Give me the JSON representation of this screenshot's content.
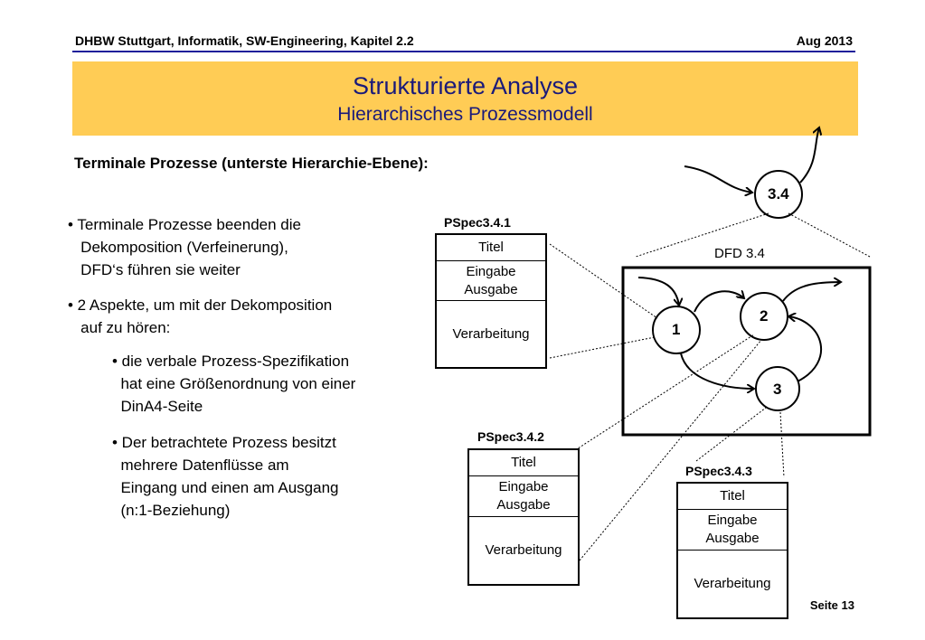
{
  "header": {
    "left": "DHBW Stuttgart, Informatik, SW-Engineering, Kapitel 2.2",
    "right": "Aug 2013"
  },
  "title": {
    "main": "Strukturierte Analyse",
    "sub": "Hierarchisches Prozessmodell"
  },
  "section_heading": "Terminale Prozesse (unterste Hierarchie-Ebene):",
  "bullets": [
    "• Terminale Prozesse beenden die\n   Dekomposition (Verfeinerung),\n   DFD‘s führen sie weiter",
    "• 2 Aspekte, um mit der Dekomposition\n   auf zu hören:",
    "• die verbale Prozess-Spezifikation\n  hat eine Größenordnung von einer\n  DinA4-Seite",
    "• Der betrachtete Prozess besitzt\n  mehrere Datenflüsse am\n  Eingang und einen am Ausgang\n  (n:1-Beziehung)"
  ],
  "specs": [
    {
      "title": "PSpec3.4.1",
      "row1": "Titel",
      "row2": "Eingabe\nAusgabe",
      "row3": "Verarbeitung"
    },
    {
      "title": "PSpec3.4.2",
      "row1": "Titel",
      "row2": "Eingabe\nAusgabe",
      "row3": "Verarbeitung"
    },
    {
      "title": "PSpec3.4.3",
      "row1": "Titel",
      "row2": "Eingabe\nAusgabe",
      "row3": "Verarbeitung"
    }
  ],
  "dfd": {
    "label": "DFD 3.4",
    "parent_node": "3.4",
    "nodes": [
      "1",
      "2",
      "3"
    ]
  },
  "footer": {
    "page": "Seite 13"
  }
}
